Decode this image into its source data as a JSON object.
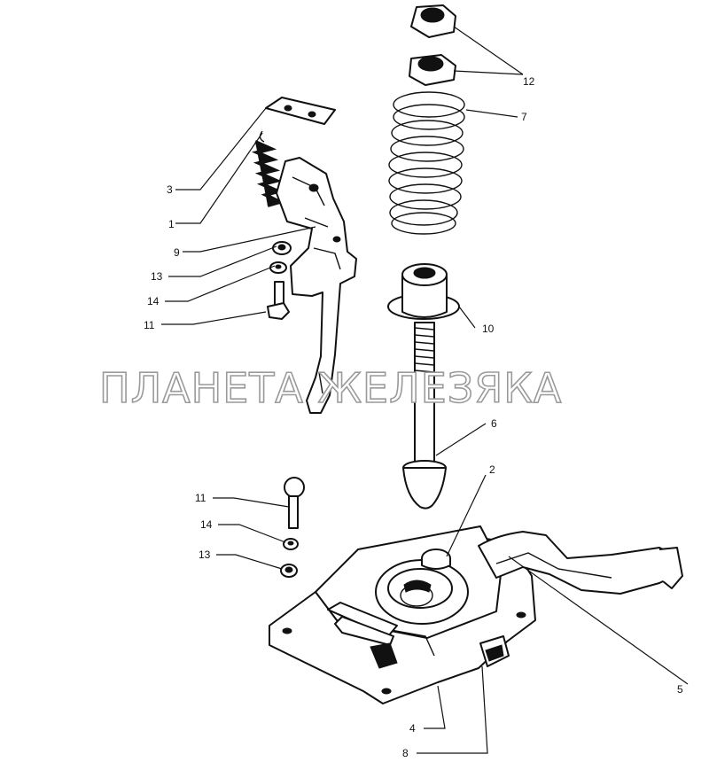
{
  "watermark": "ПЛАНЕТА ЖЕЛЕЗЯКА",
  "callouts": {
    "c1": "1",
    "c2": "2",
    "c3": "3",
    "c4": "4",
    "c5": "5",
    "c6": "6",
    "c7": "7",
    "c8": "8",
    "c9": "9",
    "c10": "10",
    "c11a": "11",
    "c11b": "11",
    "c12": "12",
    "c13a": "13",
    "c13b": "13",
    "c14a": "14",
    "c14b": "14"
  }
}
